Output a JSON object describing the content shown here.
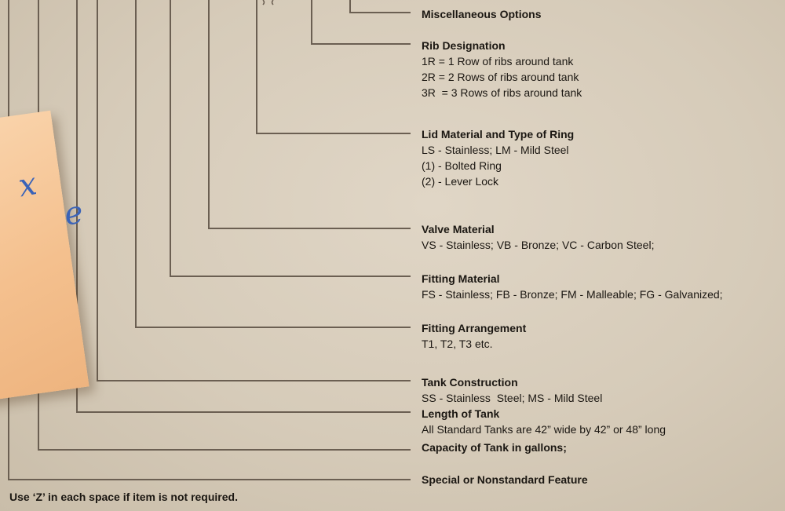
{
  "connector_color": "#6b5f52",
  "note": {
    "color": "#f7c694",
    "handwriting": [
      "x",
      "e"
    ]
  },
  "sections": [
    {
      "title": "Miscellaneous Options",
      "lines": []
    },
    {
      "title": "Rib Designation",
      "lines": [
        "1R = 1 Row of ribs around tank",
        "2R = 2 Rows of ribs around tank",
        "3R  = 3 Rows of ribs around tank"
      ]
    },
    {
      "title": "Lid Material and Type of Ring",
      "lines": [
        "LS - Stainless; LM - Mild Steel",
        "(1) - Bolted Ring",
        "(2) - Lever Lock"
      ]
    },
    {
      "title": "Valve Material",
      "lines": [
        "VS - Stainless; VB - Bronze; VC - Carbon Steel;"
      ]
    },
    {
      "title": "Fitting Material",
      "lines": [
        "FS - Stainless; FB - Bronze; FM - Malleable; FG - Galvanized;"
      ]
    },
    {
      "title": "Fitting Arrangement",
      "lines": [
        "T1, T2, T3 etc."
      ]
    },
    {
      "title": "Tank Construction",
      "lines": [
        "SS - Stainless  Steel; MS - Mild Steel"
      ]
    },
    {
      "title": "Length of Tank",
      "lines": [
        "All Standard Tanks are 42” wide by 42” or 48” long"
      ]
    },
    {
      "title": "Capacity of Tank in gallons;",
      "lines": []
    },
    {
      "title": "Special or Nonstandard Feature",
      "lines": []
    }
  ],
  "footer": "Use ‘Z’ in each space if item is not required."
}
